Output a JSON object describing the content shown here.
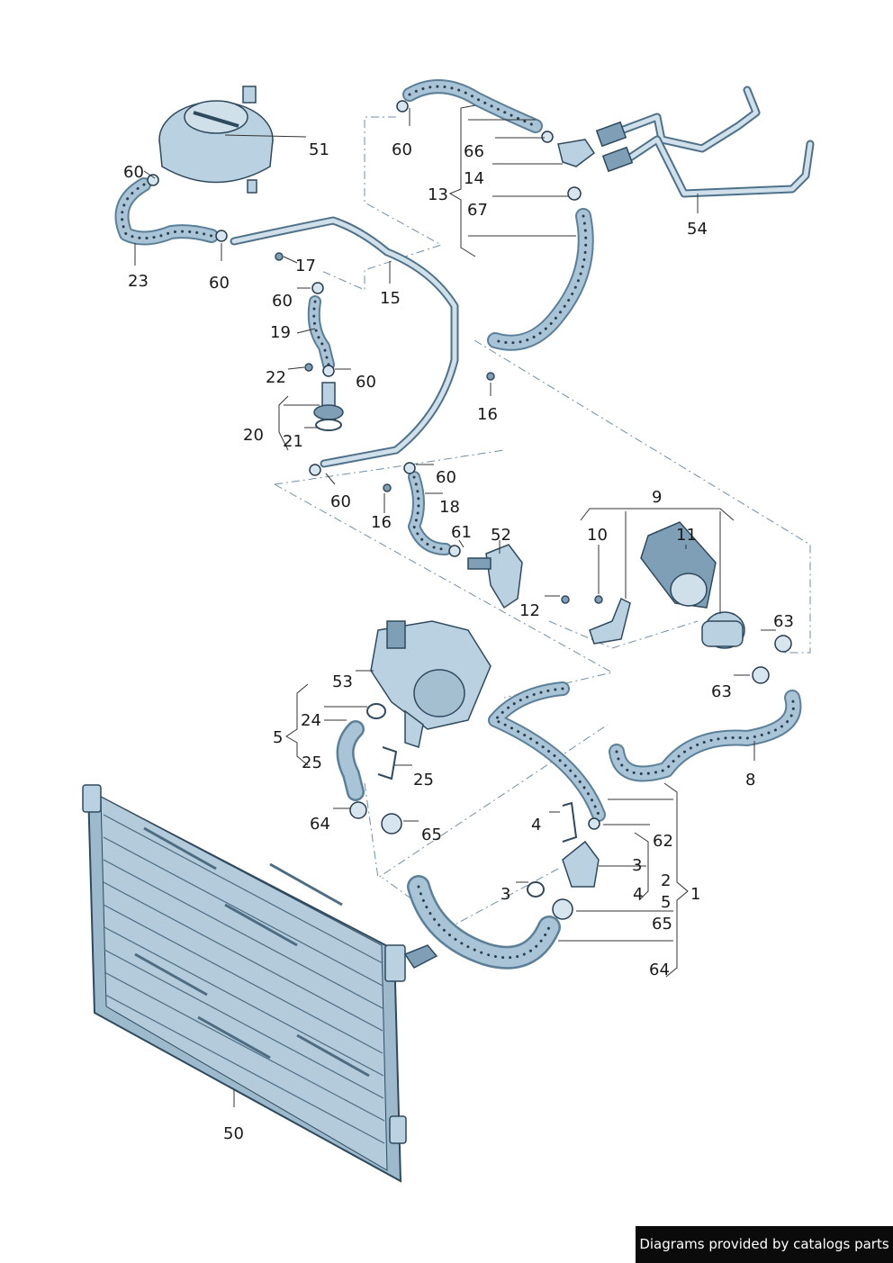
{
  "callouts": {
    "c51": "51",
    "c60a": "60",
    "c23": "23",
    "c60b": "60",
    "c17": "17",
    "c60c": "60",
    "c15": "15",
    "c19": "19",
    "c22": "22",
    "c60d": "60",
    "c20": "20",
    "c21": "21",
    "c16a": "16",
    "c60e": "60",
    "c66": "66",
    "c14": "14",
    "c13": "13",
    "c67": "67",
    "c54": "54",
    "c60f": "60",
    "c18": "18",
    "c60g": "60",
    "c16b": "16",
    "c61": "61",
    "c52": "52",
    "c9": "9",
    "c10": "10",
    "c11": "11",
    "c12": "12",
    "c63a": "63",
    "c63b": "63",
    "c53": "53",
    "c24": "24",
    "c5a": "5",
    "c25a": "25",
    "c25b": "25",
    "c8": "8",
    "c64a": "64",
    "c65a": "65",
    "c4a": "4",
    "c62": "62",
    "c3a": "3",
    "c2": "2",
    "c3b": "3",
    "c4b": "4",
    "c5b": "5",
    "c1": "1",
    "c65b": "65",
    "c64b": "64",
    "c50": "50"
  },
  "watermark": "Diagrams provided by catalogs parts",
  "colors": {
    "part_fill": "#b9d1e0",
    "part_outline": "#2f4a5e",
    "hose_outline": "#5b7f98",
    "dash_line": "#6f8ea8",
    "watermark_bg": "#0b0b0b"
  }
}
